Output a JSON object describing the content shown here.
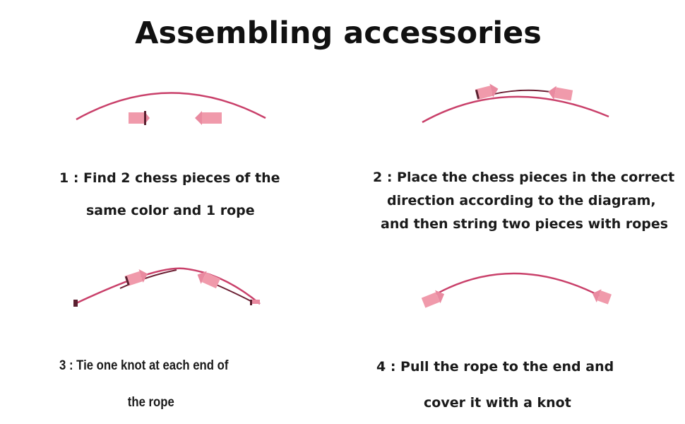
{
  "title": "Assembling accessories",
  "colors": {
    "rope": "#c9406a",
    "rope_dark": "#6b1f33",
    "piece": "#f09aab",
    "piece_dark": "#d76f86"
  },
  "steps": [
    {
      "lines": [
        "1 : Find 2 chess pieces of the",
        "same color and 1 rope"
      ]
    },
    {
      "lines": [
        "2 : Place the chess pieces in the correct",
        "direction according to the diagram,",
        "and then string two pieces with ropes"
      ]
    },
    {
      "lines": [
        "3 : Tie one knot at each end of",
        "the rope"
      ]
    },
    {
      "lines": [
        "4 : Pull the rope to the end and",
        "cover it with a knot"
      ]
    }
  ]
}
